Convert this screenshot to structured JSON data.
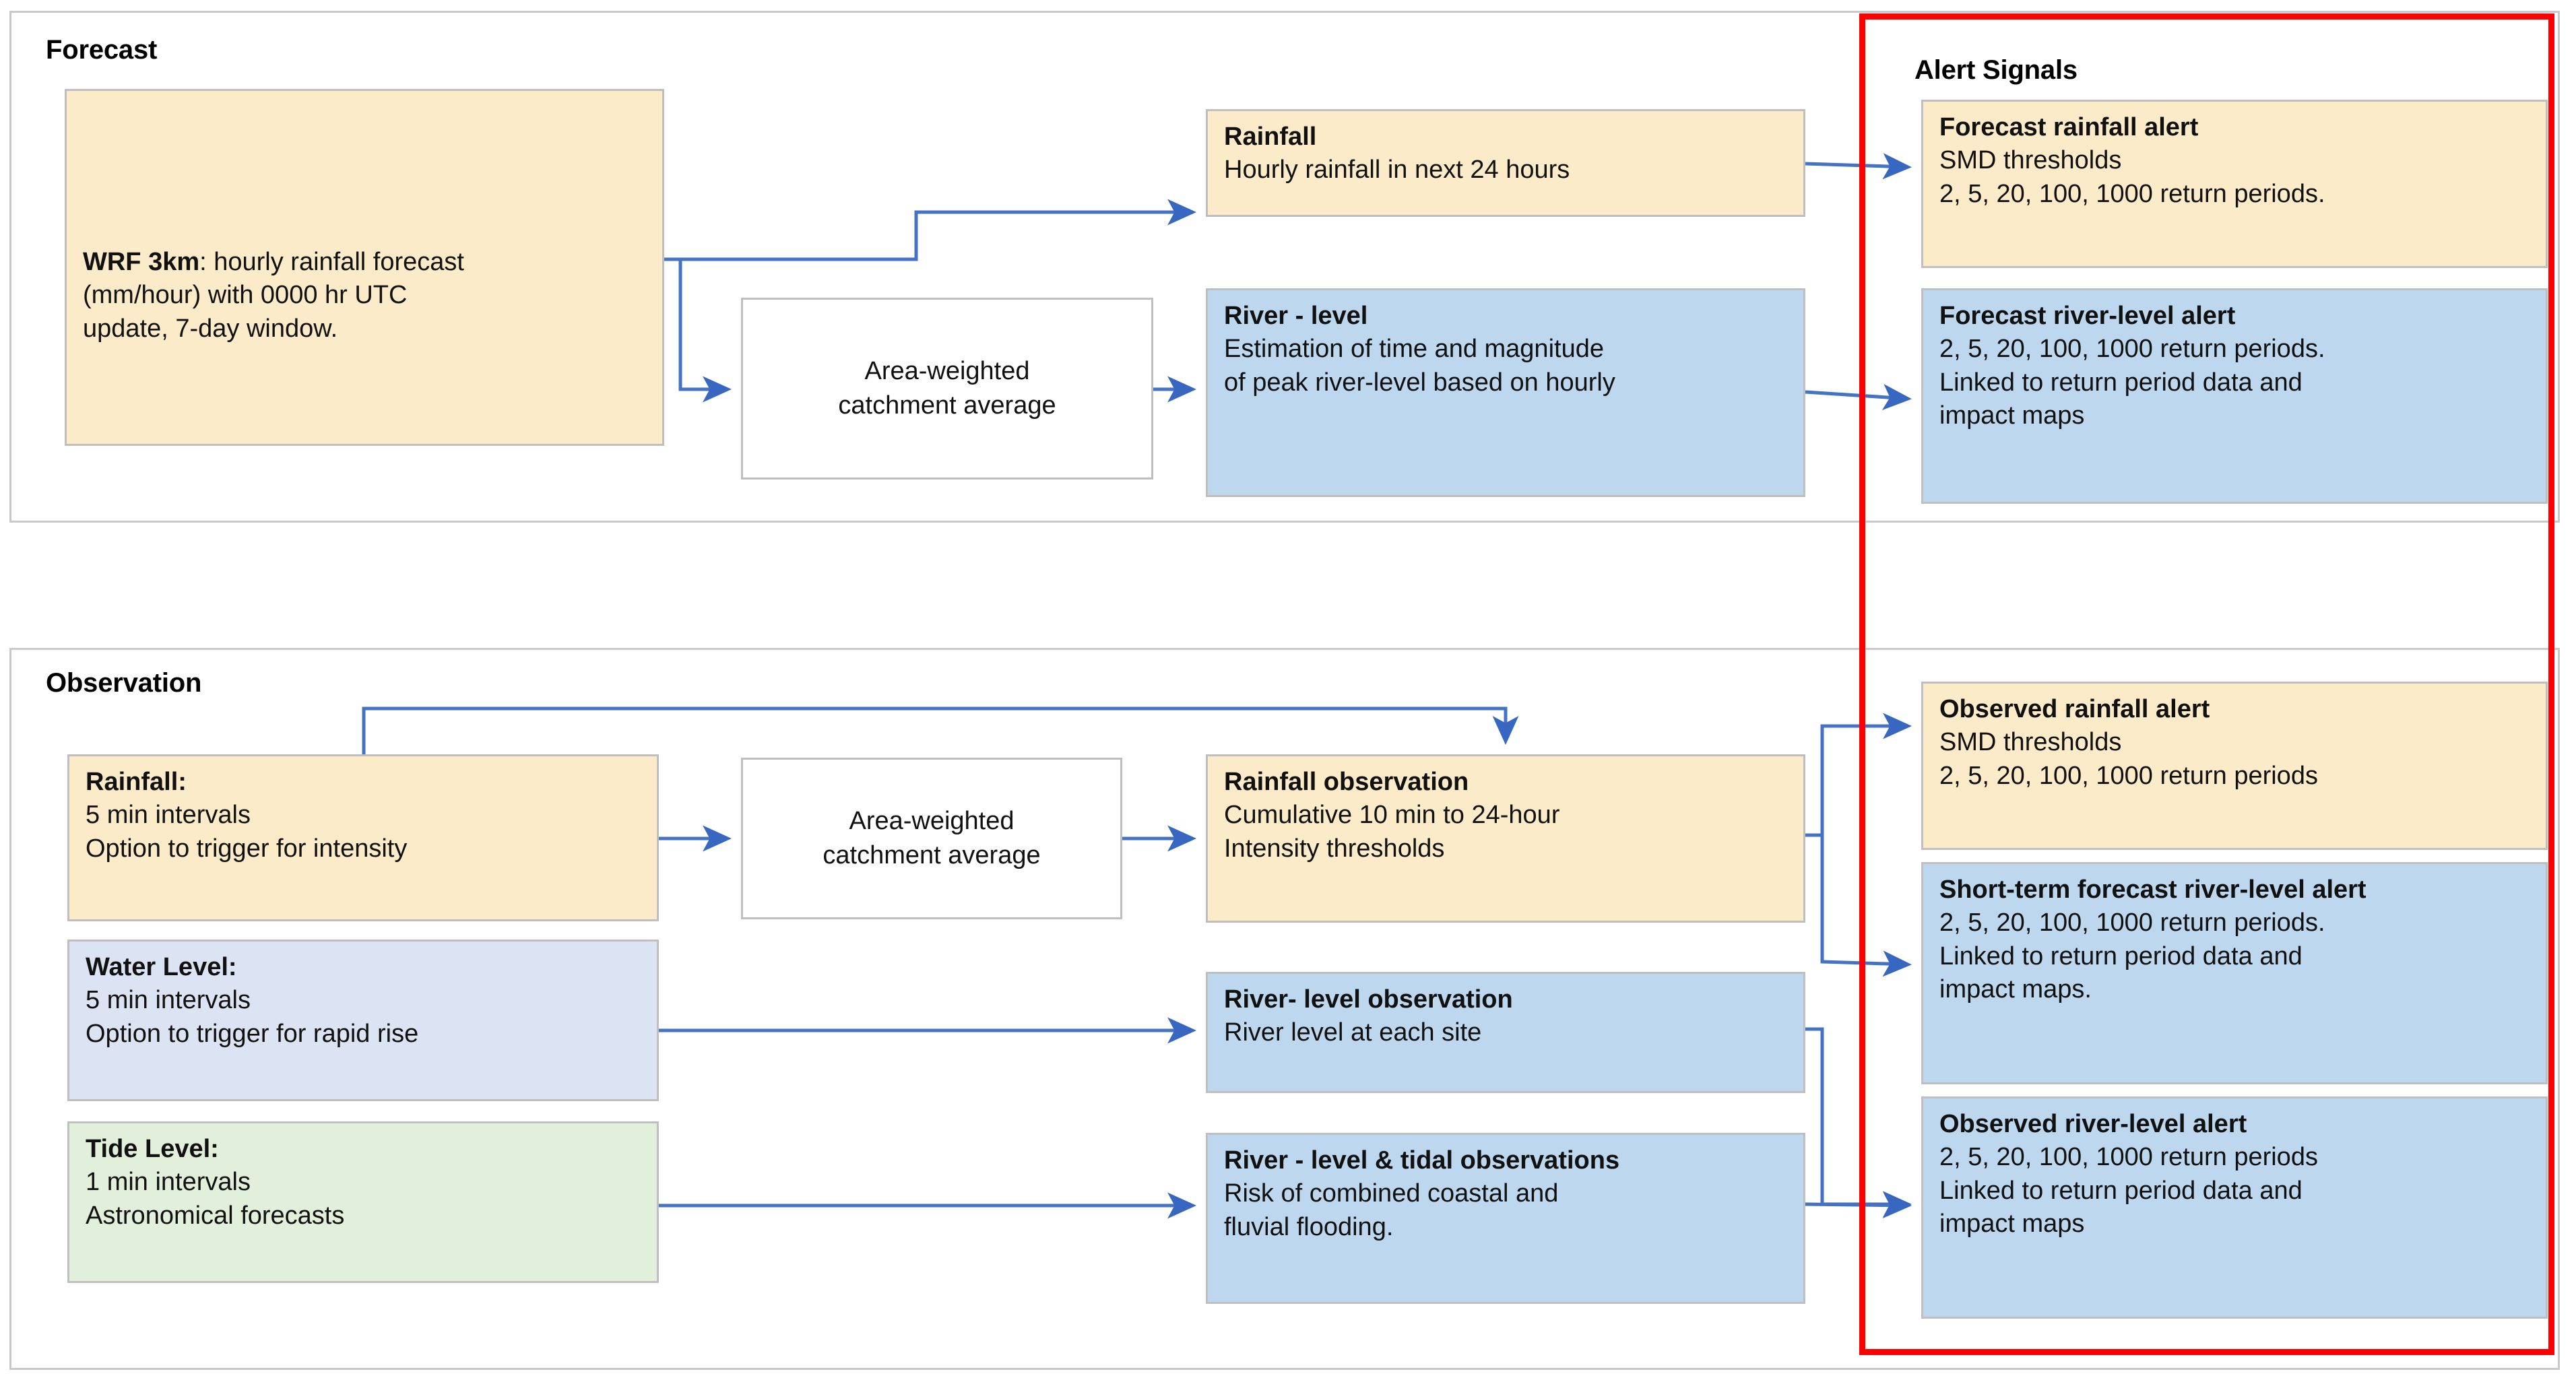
{
  "diagram": {
    "title_forecast": "Forecast",
    "title_observation": "Observation",
    "title_alerts": "Alert Signals",
    "colors": {
      "rainfall_fill": "#FCEBC9",
      "river_fill": "#BDD7EE",
      "water_level_fill": "#DCE3F2",
      "tide_fill": "#E2EFDA",
      "process_fill": "#FFFFFF",
      "connector": "#4472C4",
      "highlight": "#FF0000",
      "box_border": "#BFBFBF",
      "section_border": "#C9C9C9"
    }
  },
  "forecast": {
    "wrf": {
      "title": "WRF 3km",
      "title_suffix": ": hourly rainfall forecast",
      "line2": "(mm/hour) with 0000 hr UTC",
      "line3": "update, 7-day window."
    },
    "catchment": {
      "line1": "Area-weighted",
      "line2": "catchment average"
    },
    "rainfall": {
      "title": "Rainfall",
      "line1": "Hourly rainfall in next 24 hours"
    },
    "river_level": {
      "title": "River - level",
      "line1": "Estimation of time and magnitude",
      "line2": "of peak river-level based on hourly"
    }
  },
  "observation": {
    "rainfall_src": {
      "title": "Rainfall:",
      "line1": "5 min intervals",
      "line2": "Option to trigger for intensity"
    },
    "water_level_src": {
      "title": "Water Level:",
      "line1": "5 min intervals",
      "line2": "Option to trigger for rapid rise"
    },
    "tide_level_src": {
      "title": "Tide Level:",
      "line1": "1 min intervals",
      "line2": "Astronomical forecasts"
    },
    "catchment": {
      "line1": "Area-weighted",
      "line2": "catchment average"
    },
    "rainfall_obs": {
      "title": "Rainfall observation",
      "line1": "Cumulative 10 min to 24-hour",
      "line2": "Intensity thresholds"
    },
    "river_obs": {
      "title": "River- level observation",
      "line1": "River level at each site"
    },
    "river_tidal_obs": {
      "title": "River - level & tidal observations",
      "line1": "Risk of combined coastal and",
      "line2": "fluvial flooding."
    }
  },
  "alerts": {
    "forecast_rainfall": {
      "title": "Forecast rainfall  alert",
      "line1": "SMD  thresholds",
      "line2": "2, 5, 20, 100, 1000 return periods."
    },
    "forecast_river": {
      "title": "Forecast river-level alert",
      "line1": "2, 5, 20, 100, 1000 return periods.",
      "line2": "Linked to return period data and",
      "line3": "impact maps"
    },
    "observed_rainfall": {
      "title": "Observed rainfall alert",
      "line1": "SMD  thresholds",
      "line2": "2, 5, 20, 100, 1000 return periods"
    },
    "short_term_river": {
      "title": "Short-term forecast river-level alert",
      "line1": "2, 5, 20, 100, 1000 return periods.",
      "line2": "Linked to return period data and",
      "line3": "impact maps."
    },
    "observed_river": {
      "title": "Observed river-level alert",
      "line1": "2, 5, 20, 100, 1000 return periods",
      "line2": "Linked to return period data and",
      "line3": "impact maps"
    }
  }
}
